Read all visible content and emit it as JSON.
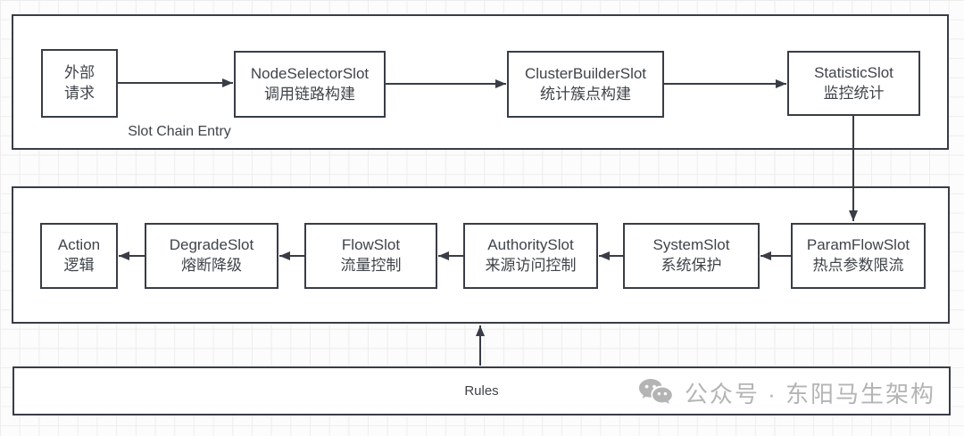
{
  "top_row": {
    "entry_label": "Slot Chain Entry",
    "nodes": [
      {
        "line1": "外部",
        "line2": "请求"
      },
      {
        "line1": "NodeSelectorSlot",
        "line2": "调用链路构建"
      },
      {
        "line1": "ClusterBuilderSlot",
        "line2": "统计簇点构建"
      },
      {
        "line1": "StatisticSlot",
        "line2": "监控统计"
      }
    ]
  },
  "bottom_row": {
    "nodes": [
      {
        "line1": "Action",
        "line2": "逻辑"
      },
      {
        "line1": "DegradeSlot",
        "line2": "熔断降级"
      },
      {
        "line1": "FlowSlot",
        "line2": "流量控制"
      },
      {
        "line1": "AuthoritySlot",
        "line2": "来源访问控制"
      },
      {
        "line1": "SystemSlot",
        "line2": "系统保护"
      },
      {
        "line1": "ParamFlowSlot",
        "line2": "热点参数限流"
      }
    ]
  },
  "rules": {
    "label": "Rules"
  },
  "watermark": {
    "icon": "wechat-icon",
    "text": "公众号 · 东阳马生架构"
  },
  "colors": {
    "stroke": "#383d46",
    "text": "#3f444a",
    "watermark_gray": "#b4b4b4",
    "grid_line": "#ededed",
    "box_fill": "#ffffff"
  }
}
